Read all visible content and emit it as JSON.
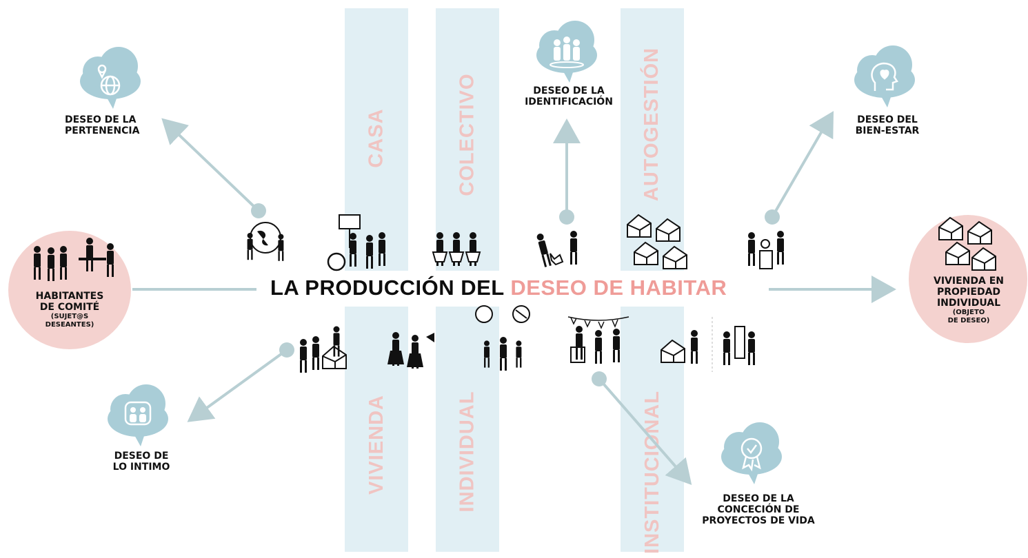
{
  "title": {
    "dark": "LA PRODUCCIÓN DEL",
    "pink": "DESEO DE HABITAR"
  },
  "bands": {
    "casa": "CASA",
    "colectivo": "COLECTIVO",
    "autogestion": "AUTOGESTIÓN",
    "vivienda": "VIVIENDA",
    "individual": "INDIVIDUAL",
    "institucional": "INSTITUCIONAL"
  },
  "left_node": {
    "line1": "HABITANTES",
    "line2": "DE COMITÉ",
    "line3": "(SUJET@S",
    "line4": "DESEANTES)"
  },
  "right_node": {
    "line1": "VIVIENDA EN",
    "line2": "PROPIEDAD",
    "line3": "INDIVIDUAL",
    "line4": "(OBJETO",
    "line5": "DE DESEO)"
  },
  "desires": {
    "pertenencia": {
      "line1": "DESEO DE LA",
      "line2": "PERTENENCIA"
    },
    "identificacion": {
      "line1": "DESEO DE LA",
      "line2": "IDENTIFICACIÓN"
    },
    "bienestar": {
      "line1": "DESEO DEL",
      "line2": "BIEN-ESTAR"
    },
    "intimo": {
      "line1": "DESEO DE",
      "line2": "LO INTIMO"
    },
    "concecion": {
      "line1": "DESEO DE LA",
      "line2": "CONCECIÓN DE",
      "line3": "PROYECTOS DE VIDA"
    }
  },
  "colors": {
    "band": "#e1eff4",
    "band_text": "#f0c4c2",
    "arrow": "#b8cfd3",
    "cloud": "#a9cdd7",
    "pink_circle": "#f4d2cf",
    "title_pink": "#ef9c98"
  },
  "icons": [
    "globe-pin-icon",
    "people-group-icon",
    "heart-head-icon",
    "family-icon",
    "certificate-icon"
  ]
}
